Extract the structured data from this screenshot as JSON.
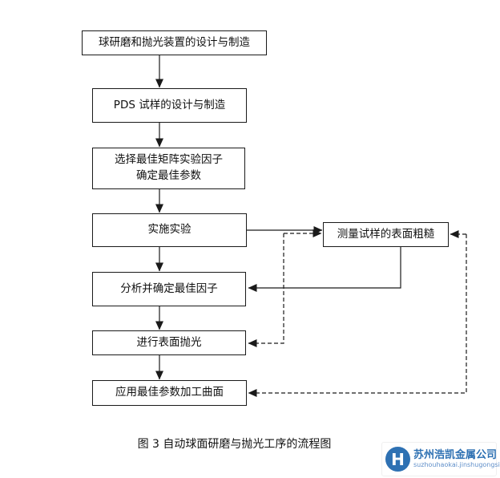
{
  "flowchart": {
    "nodes": {
      "design_device": "球研磨和抛光装置的设计与制造",
      "pds_specimen": "PDS 试样的设计与制造",
      "select_factors_line1": "选择最佳矩阵实验因子",
      "select_factors_line2": "确定最佳参数",
      "run_experiment": "实施实验",
      "measure_roughness": "测量试样的表面粗糙",
      "analyze_factors": "分析并确定最佳因子",
      "surface_polish": "进行表面抛光",
      "apply_parameters": "应用最佳参数加工曲面"
    },
    "caption": "图 3 自动球面研磨与抛光工序的流程图",
    "line_color": "#1a1a1a"
  },
  "watermark": {
    "logo_letter": "H",
    "company": "苏州浩凯金属公司",
    "url_text": "suzhouhaokai.jinshugongsi",
    "brand_color": "#2e71b3"
  }
}
